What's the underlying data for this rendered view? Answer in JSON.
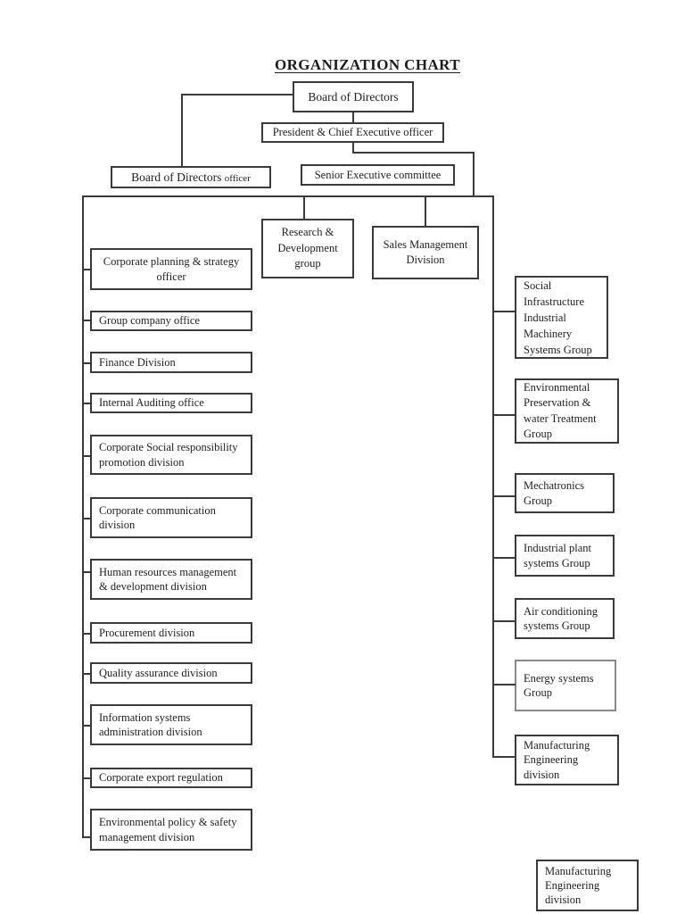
{
  "page_title": "ORGANIZATION CHART",
  "diagram": {
    "colors": {
      "line": "#3a3a3a",
      "box_border": "#3a3a3a",
      "energy_box_border": "#8a8a8a",
      "text": "#1f1f1f",
      "page_background": "#ffffff"
    },
    "nodes": [
      {
        "id": "board",
        "lines": [
          "Board of Directors"
        ]
      },
      {
        "id": "president",
        "lines": [
          "President & Chief Executive officer"
        ]
      },
      {
        "id": "board_officer",
        "main": "Board of Directors",
        "suffix": "officer"
      },
      {
        "id": "senior_committee",
        "lines": [
          "Senior Executive committee"
        ]
      },
      {
        "id": "rnd_group",
        "lines": [
          "Research &",
          "Development",
          "group"
        ]
      },
      {
        "id": "sales_division",
        "lines": [
          "Sales Management",
          "Division"
        ]
      },
      {
        "id": "corp_planning",
        "lines": [
          "Corporate planning & strategy",
          "officer"
        ]
      },
      {
        "id": "group_company",
        "lines": [
          "Group company office"
        ]
      },
      {
        "id": "finance",
        "lines": [
          "Finance Division"
        ]
      },
      {
        "id": "internal_audit",
        "lines": [
          "Internal Auditing office"
        ]
      },
      {
        "id": "csr_promotion",
        "lines": [
          "Corporate Social responsibility",
          "promotion division"
        ]
      },
      {
        "id": "corp_communication",
        "lines": [
          "Corporate communication",
          "division"
        ]
      },
      {
        "id": "human_resources",
        "lines": [
          "Human resources management",
          "& development division"
        ]
      },
      {
        "id": "procurement",
        "lines": [
          "Procurement division"
        ]
      },
      {
        "id": "quality_assurance",
        "lines": [
          "Quality assurance division"
        ]
      },
      {
        "id": "info_systems",
        "lines": [
          "Information systems",
          "administration division"
        ]
      },
      {
        "id": "export_regulation",
        "lines": [
          "Corporate export regulation"
        ]
      },
      {
        "id": "env_policy_safety",
        "lines": [
          "Environmental policy & safety",
          "management division"
        ]
      },
      {
        "id": "social_infrastructure",
        "lines": [
          "Social",
          "Infrastructure",
          "Industrial",
          "Machinery",
          "Systems Group"
        ]
      },
      {
        "id": "env_preservation",
        "lines": [
          "Environmental",
          "Preservation &",
          "water Treatment",
          "Group"
        ]
      },
      {
        "id": "mechatronics",
        "lines": [
          "Mechatronics",
          "Group"
        ]
      },
      {
        "id": "industrial_plant",
        "lines": [
          "Industrial plant",
          "systems Group"
        ]
      },
      {
        "id": "air_conditioning",
        "lines": [
          "Air conditioning",
          "systems Group"
        ]
      },
      {
        "id": "energy_systems",
        "lines": [
          "Energy systems",
          "Group"
        ]
      },
      {
        "id": "manufacturing_eng",
        "lines": [
          "Manufacturing",
          "Engineering",
          "division"
        ]
      },
      {
        "id": "manufacturing_eng_floating",
        "lines": [
          "Manufacturing",
          "Engineering",
          "division"
        ]
      }
    ]
  }
}
